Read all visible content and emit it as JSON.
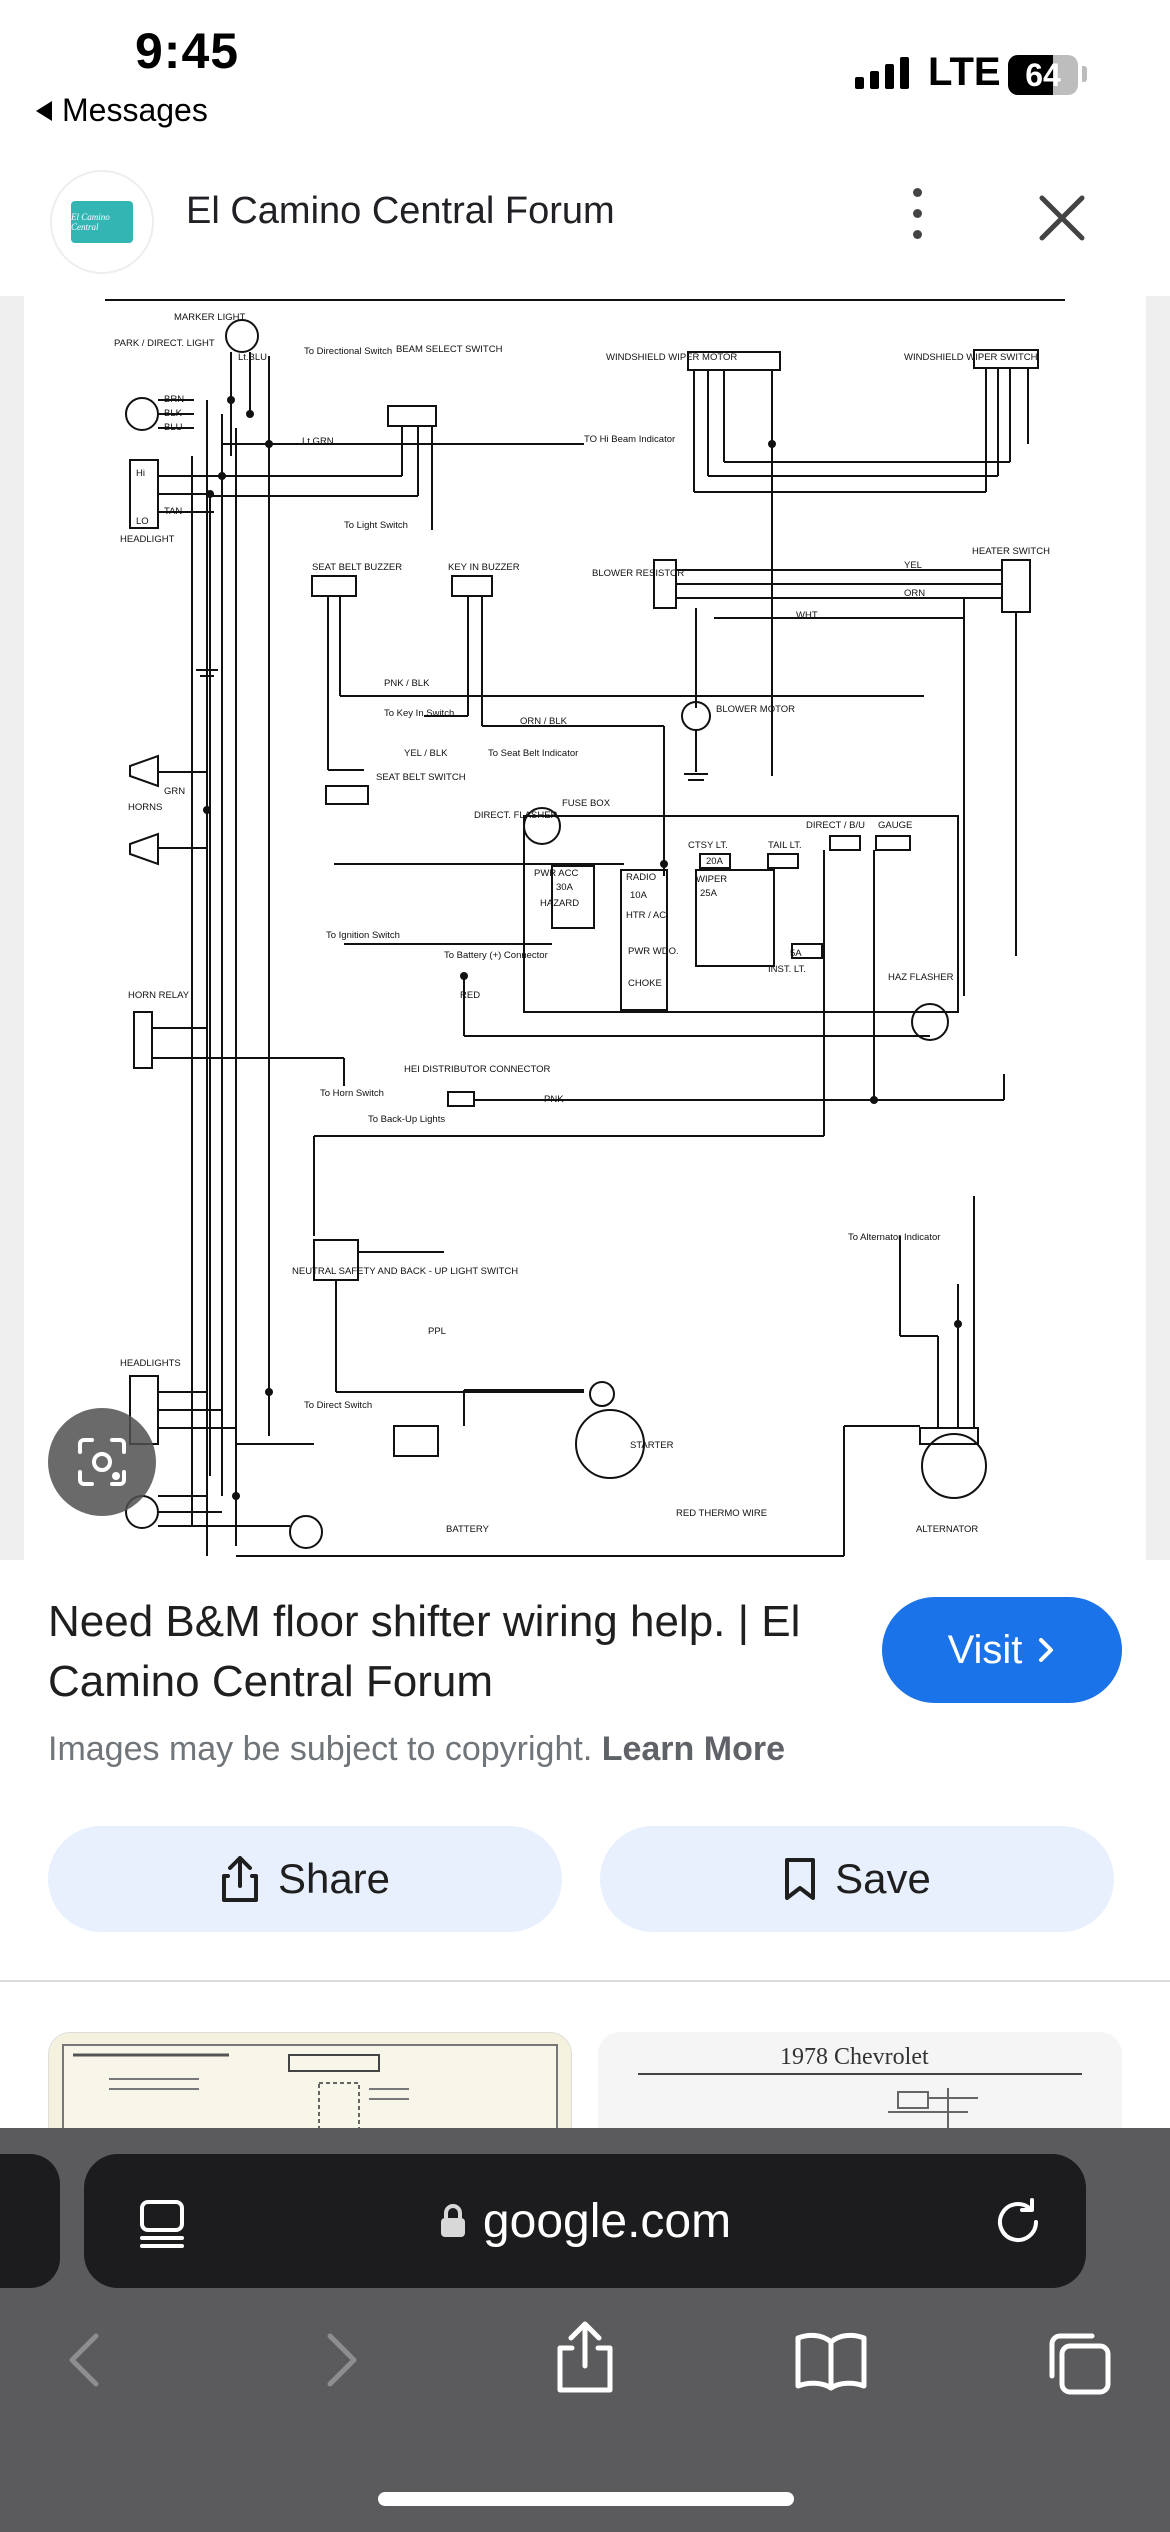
{
  "status_bar": {
    "time": "9:45",
    "back_label": "Messages",
    "network": "LTE",
    "battery": "64",
    "battery_level": 0.64
  },
  "source": {
    "site_name": "El Camino Central Forum",
    "logo_text": "El Camino Central"
  },
  "diagram": {
    "labels": [
      "MARKER LIGHT",
      "PARK / DIRECT. LIGHT",
      "BRN",
      "BLK",
      "BLU",
      "Lt.BLU",
      "To Directional Switch",
      "BEAM SELECT SWITCH",
      "Lt.GRN",
      "TO Hi Beam Indicator",
      "Hi",
      "LO",
      "TAN",
      "HEADLIGHT",
      "To Light Switch",
      "WINDSHIELD WIPER MOTOR",
      "WINDSHIELD WIPER SWITCH",
      "SEAT BELT BUZZER",
      "KEY IN BUZZER",
      "BLOWER RESISTOR",
      "HEATER SWITCH",
      "YEL",
      "ORN",
      "WHT",
      "PNK / BLK",
      "To Key In Switch",
      "ORN / BLK",
      "YEL / BLK",
      "To Seat Belt Indicator",
      "SEAT BELT SWITCH",
      "BLOWER MOTOR",
      "HORNS",
      "GRN",
      "DIRECT. FLASHER",
      "FUSE BOX",
      "CTSY LT.",
      "TAIL LT.",
      "DIRECT / B/U",
      "GAUGE",
      "20A",
      "PWR ACC",
      "30A",
      "HAZARD",
      "RADIO",
      "10A",
      "WIPER",
      "25A",
      "HTR / AC.",
      "PWR WDO.",
      "CHOKE",
      "5A",
      "INST. LT.",
      "HAZ FLASHER",
      "To Ignition Switch",
      "To Battery (+) Connector",
      "RED",
      "HORN RELAY",
      "HEI DISTRIBUTOR CONNECTOR",
      "PNK",
      "To Horn Switch",
      "To Back-Up Lights",
      "NEUTRAL SAFETY AND BACK - UP LIGHT SWITCH",
      "PPL",
      "To Alternator Indicator",
      "HEADLIGHTS",
      "To Direct Switch",
      "STARTER",
      "BATTERY",
      "RED THERMO WIRE",
      "ALTERNATOR"
    ]
  },
  "result": {
    "title": "Need B&M floor shifter wiring help. | El Camino Central Forum",
    "visit_label": "Visit",
    "copyright_prefix": "Images may be subject to copyright.",
    "learn_more": "Learn More",
    "share_label": "Share",
    "save_label": "Save"
  },
  "related": {
    "thumb2_caption": "1978 Chevrolet"
  },
  "browser": {
    "url": "google.com"
  },
  "icons": {
    "back": "chevron-left-icon",
    "more": "more-vert-icon",
    "close": "close-icon",
    "lens": "lens-icon",
    "share": "share-icon",
    "save": "bookmark-icon",
    "reader": "reader-icon",
    "lock": "lock-icon",
    "reload": "reload-icon",
    "tabs": "tabs-icon",
    "bookmarks": "book-icon"
  },
  "colors": {
    "accent": "#1a73e8",
    "pill": "#e8f0fe",
    "logo": "#33b5b4",
    "toolbar": "#5b5b5e"
  }
}
